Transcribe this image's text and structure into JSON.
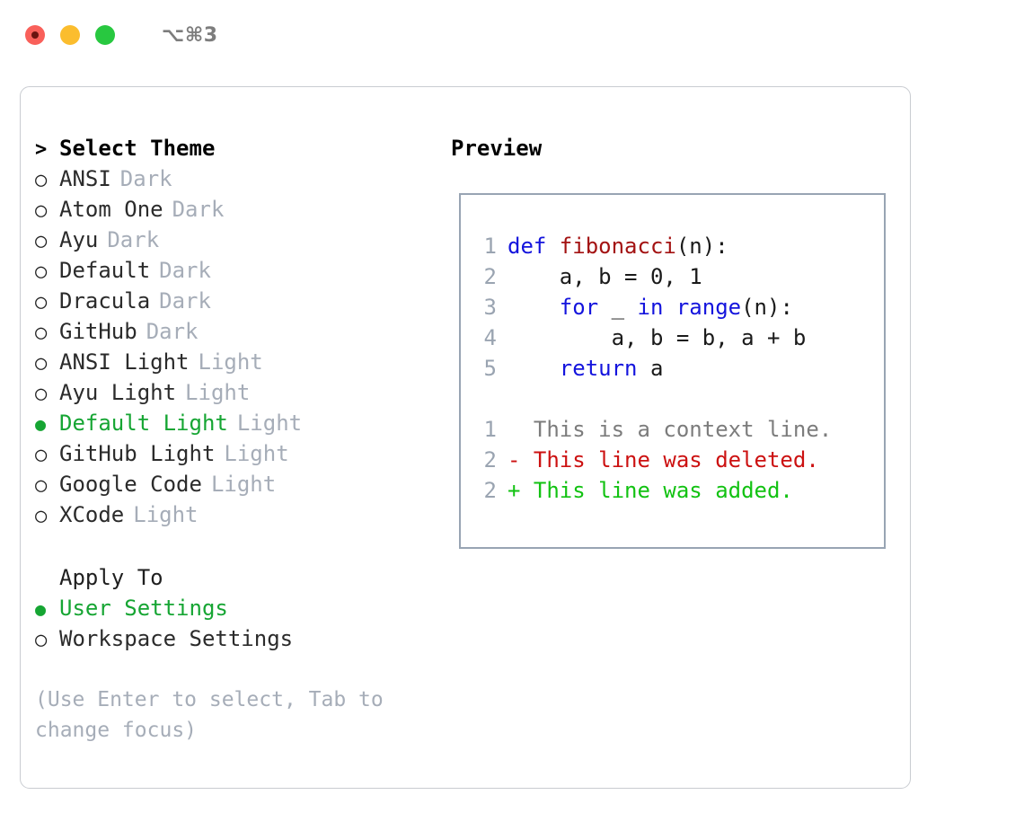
{
  "window": {
    "traffic_lights": [
      "close",
      "minimize",
      "maximize"
    ],
    "shortcut_label": "⌥⌘3"
  },
  "colors": {
    "accent_green": "#16a533",
    "muted_gray": "#a6adb8",
    "keyword_blue": "#1414dd",
    "function_red": "#a31212",
    "diff_deleted": "#cc1111",
    "diff_added": "#12c212",
    "diff_context": "#7c7c7c",
    "box_border": "#98a4b3",
    "panel_border": "#c9ccd1"
  },
  "theme_list": {
    "header_marker": ">",
    "header_label": "Select Theme",
    "marker_unselected": "○",
    "marker_selected": "●",
    "items": [
      {
        "name": "ANSI",
        "tag": "Dark",
        "selected": false
      },
      {
        "name": "Atom One",
        "tag": "Dark",
        "selected": false
      },
      {
        "name": "Ayu",
        "tag": "Dark",
        "selected": false
      },
      {
        "name": "Default",
        "tag": "Dark",
        "selected": false
      },
      {
        "name": "Dracula",
        "tag": "Dark",
        "selected": false
      },
      {
        "name": "GitHub",
        "tag": "Dark",
        "selected": false
      },
      {
        "name": "ANSI Light",
        "tag": "Light",
        "selected": false
      },
      {
        "name": "Ayu Light",
        "tag": "Light",
        "selected": false
      },
      {
        "name": "Default Light",
        "tag": "Light",
        "selected": true
      },
      {
        "name": "GitHub Light",
        "tag": "Light",
        "selected": false
      },
      {
        "name": "Google Code",
        "tag": "Light",
        "selected": false
      },
      {
        "name": "XCode",
        "tag": "Light",
        "selected": false
      }
    ]
  },
  "apply_to": {
    "header_label": "Apply To",
    "items": [
      {
        "name": "User Settings",
        "selected": true
      },
      {
        "name": "Workspace Settings",
        "selected": false
      }
    ]
  },
  "hint": {
    "line1": "(Use Enter to select, Tab to",
    "line2": "change focus)"
  },
  "preview": {
    "title": "Preview",
    "code": [
      {
        "lineno": "1",
        "tokens": [
          {
            "t": "def ",
            "c": "kw"
          },
          {
            "t": "fibonacci",
            "c": "fn"
          },
          {
            "t": "(n):",
            "c": "pl"
          }
        ]
      },
      {
        "lineno": "2",
        "tokens": [
          {
            "t": "    a, b = 0, 1",
            "c": "pl"
          }
        ]
      },
      {
        "lineno": "3",
        "tokens": [
          {
            "t": "    ",
            "c": "pl"
          },
          {
            "t": "for ",
            "c": "kw"
          },
          {
            "t": "_ ",
            "c": "pl"
          },
          {
            "t": "in ",
            "c": "kw"
          },
          {
            "t": "range",
            "c": "kw"
          },
          {
            "t": "(n):",
            "c": "pl"
          }
        ]
      },
      {
        "lineno": "4",
        "tokens": [
          {
            "t": "        a, b = b, a + b",
            "c": "pl"
          }
        ]
      },
      {
        "lineno": "5",
        "tokens": [
          {
            "t": "    ",
            "c": "pl"
          },
          {
            "t": "return ",
            "c": "kw"
          },
          {
            "t": "a",
            "c": "pl"
          }
        ]
      }
    ],
    "diff": [
      {
        "lineno": "1",
        "prefix": "  ",
        "text": "This is a context line.",
        "kind": "ctx"
      },
      {
        "lineno": "2",
        "prefix": "- ",
        "text": "This line was deleted.",
        "kind": "del"
      },
      {
        "lineno": "2",
        "prefix": "+ ",
        "text": "This line was added.",
        "kind": "add"
      }
    ]
  }
}
